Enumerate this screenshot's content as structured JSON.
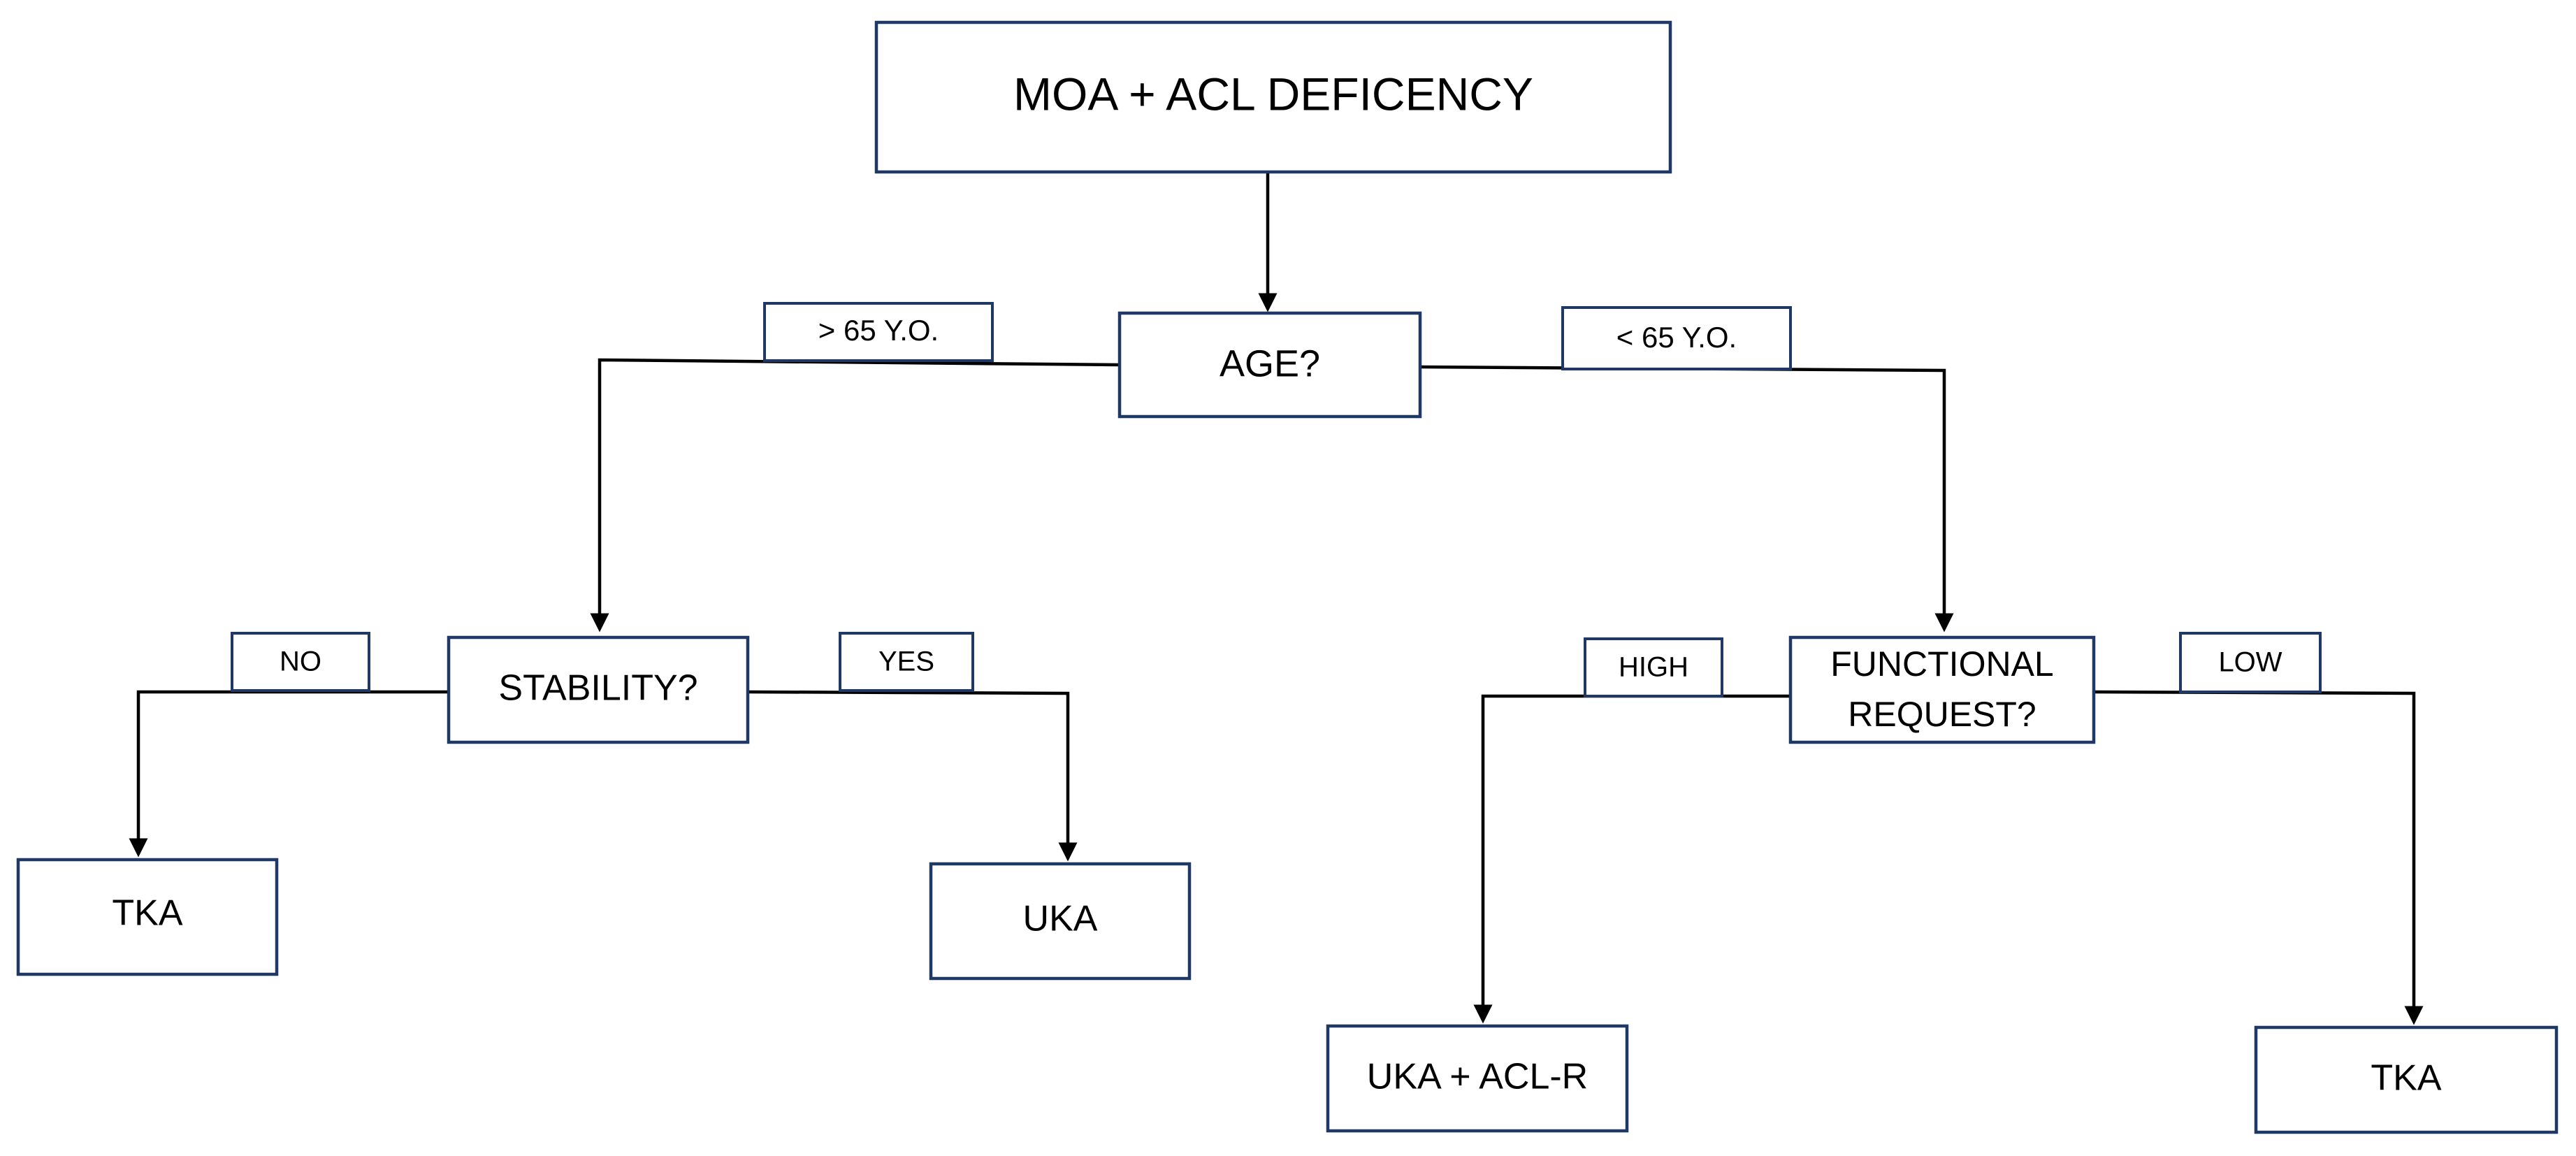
{
  "diagram": {
    "title": "MOA + ACL DEFICENCY",
    "decisions": {
      "age": "AGE?",
      "stability": "STABILITY?",
      "functional_line1": "FUNCTIONAL",
      "functional_line2": "REQUEST?"
    },
    "branch_labels": {
      "over_65": "> 65 Y.O.",
      "under_65": "< 65 Y.O.",
      "no": "NO",
      "yes": "YES",
      "high": "HIGH",
      "low": "LOW"
    },
    "outcomes": {
      "stability_no": "TKA",
      "stability_yes": "UKA",
      "functional_high": "UKA + ACL-R",
      "functional_low": "TKA"
    },
    "colors": {
      "box_border": "#1f3864",
      "connector": "#000000",
      "text": "#000000",
      "background": "#ffffff"
    }
  }
}
